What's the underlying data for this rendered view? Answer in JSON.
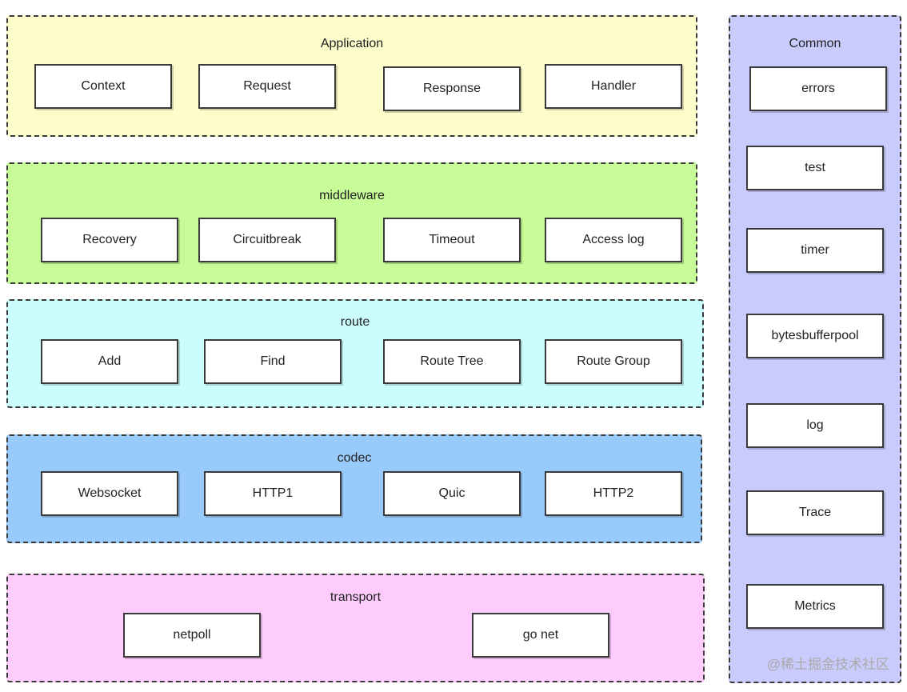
{
  "colors": {
    "application": "#fdfdcc",
    "middleware": "#c6fb97",
    "route": "#ccfdfd",
    "codec": "#98cafb",
    "transport": "#fecbfd",
    "common": "#cacbfd"
  },
  "application": {
    "title": "Application",
    "items": [
      "Context",
      "Request",
      "Response",
      "Handler"
    ]
  },
  "middleware": {
    "title": "middleware",
    "items": [
      "Recovery",
      "Circuitbreak",
      "Timeout",
      "Access log"
    ]
  },
  "route": {
    "title": "route",
    "items": [
      "Add",
      "Find",
      "Route Tree",
      "Route Group"
    ]
  },
  "codec": {
    "title": "codec",
    "items": [
      "Websocket",
      "HTTP1",
      "Quic",
      "HTTP2"
    ]
  },
  "transport": {
    "title": "transport",
    "items": [
      "netpoll",
      "go net"
    ]
  },
  "common": {
    "title": "Common",
    "items": [
      "errors",
      "test",
      "timer",
      "bytesbufferpool",
      "log",
      "Trace",
      "Metrics"
    ]
  },
  "watermark": "@稀土掘金技术社区"
}
